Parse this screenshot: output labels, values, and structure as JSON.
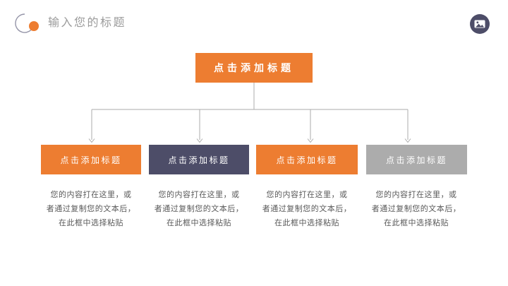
{
  "colors": {
    "orange": "#ED7D31",
    "navy": "#4D4D68",
    "gray": "#ACACAC",
    "line": "#ABABAB",
    "arc": "#9595A8",
    "title_text": "#9B9B9B",
    "body_text": "#595959",
    "box_text": "#FFFFFF"
  },
  "header": {
    "title": "输入您的标题",
    "logo_icon": "orbit-ring-orange-dot-logo",
    "corner_icon": "image-icon"
  },
  "diagram": {
    "root": {
      "label": "点击添加标题",
      "color": "#ED7D31"
    },
    "columns": [
      {
        "label": "点击添加标题",
        "color": "#ED7D31",
        "desc": [
          "您的内容打在这里，或",
          "者通过复制您的文本后，",
          "在此框中选择粘贴"
        ]
      },
      {
        "label": "点击添加标题",
        "color": "#4D4D68",
        "desc": [
          "您的内容打在这里，或",
          "者通过复制您的文本后，",
          "在此框中选择粘贴"
        ]
      },
      {
        "label": "点击添加标题",
        "color": "#ED7D31",
        "desc": [
          "您的内容打在这里，或",
          "者通过复制您的文本后，",
          "在此框中选择粘贴"
        ]
      },
      {
        "label": "点击添加标题",
        "color": "#ACACAC",
        "desc": [
          "您的内容打在这里，或",
          "者通过复制您的文本后，",
          "在此框中选择粘贴"
        ]
      }
    ]
  }
}
